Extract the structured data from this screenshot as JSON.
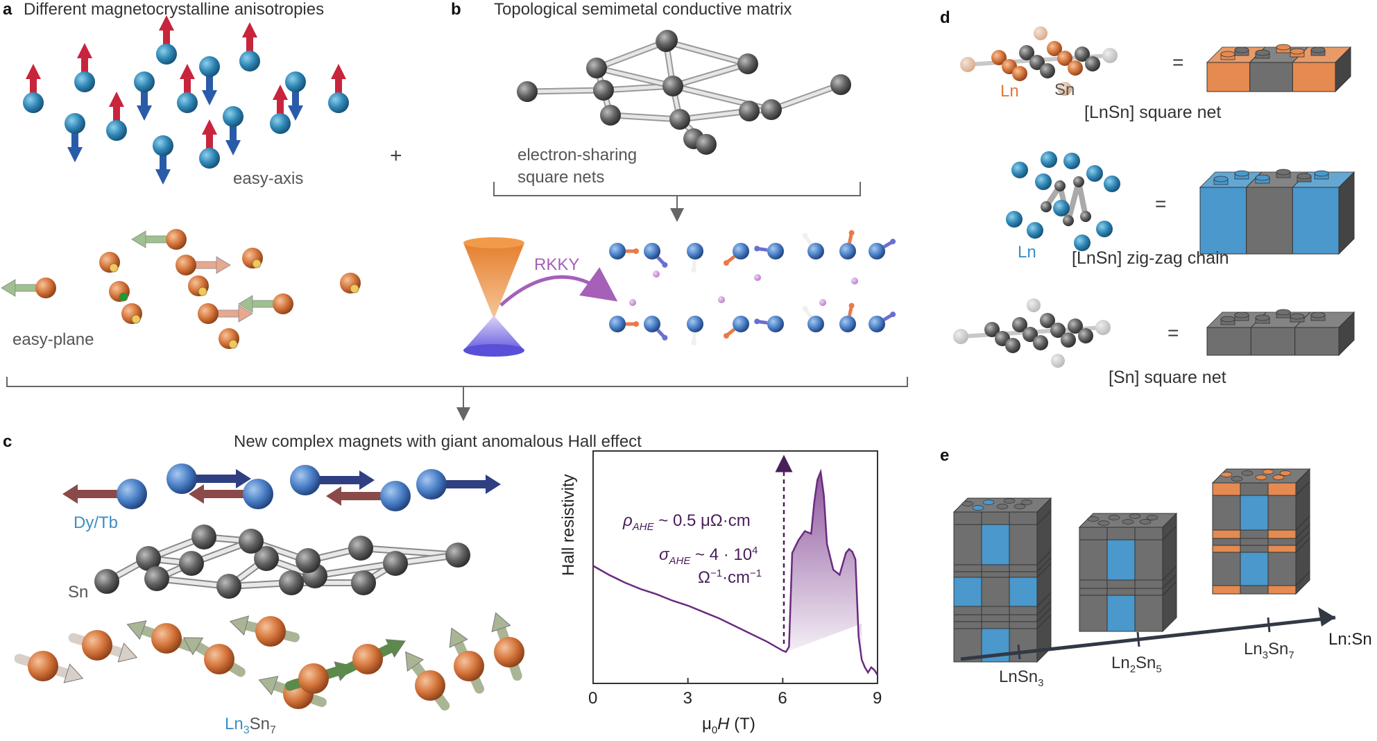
{
  "panel_a": {
    "letter": "a",
    "title": "Different magnetocrystalline  anisotropies",
    "easy_axis_label": "easy-axis",
    "easy_plane_label": "easy-plane",
    "plus": "+"
  },
  "panel_b": {
    "letter": "b",
    "title": "Topological semimetal conductive matrix",
    "nets_label_line1": "electron-sharing",
    "nets_label_line2": "square nets",
    "rkky_label": "RKKY"
  },
  "panel_c": {
    "letter": "c",
    "title": "New complex magnets with giant anomalous Hall effect",
    "dy_tb_label": "Dy/Tb",
    "sn_label": "Sn",
    "ln3sn7_label": {
      "base": "Ln",
      "sub1": "3",
      "mid": "Sn",
      "sub2": "7"
    },
    "plot": {
      "ylabel": "Hall resistivity",
      "xlabel_prefix": "μ",
      "xlabel_sub": "0",
      "xlabel_var": "H",
      "xlabel_unit": " (T)",
      "xticks": [
        "0",
        "3",
        "6",
        "9"
      ],
      "rho_sym": "ρ",
      "rho_sub": "AHE",
      "rho_val": " ~ 0.5 μΩ·cm",
      "sigma_sym": "σ",
      "sigma_sub": "AHE",
      "sigma_val": " ~ 4 · 10",
      "sigma_exp": "4",
      "sigma_unit_line": "Ω",
      "sigma_unit_exp1": "−1",
      "sigma_unit_mid": "·cm",
      "sigma_unit_exp2": "−1"
    }
  },
  "panel_d": {
    "letter": "d",
    "row1_caption": "[LnSn] square net",
    "row1_ln": "Ln",
    "row1_sn": "Sn",
    "row2_caption": "[LnSn] zig-zag chain",
    "row2_ln": "Ln",
    "row3_caption": "[Sn] square net",
    "equals": "="
  },
  "panel_e": {
    "letter": "e",
    "axis_label": "Ln:Sn",
    "compounds": [
      {
        "base": "LnSn",
        "sub": "3"
      },
      {
        "base": "Ln",
        "sub": "2",
        "mid": "Sn",
        "sub2": "5"
      },
      {
        "base": "Ln",
        "sub": "3",
        "mid": "Sn",
        "sub2": "7"
      }
    ]
  },
  "colors": {
    "up_arrow": "#c8243b",
    "down_arrow": "#2a5ba8",
    "teal_atom": "#2e86b5",
    "orange_atom": "#d47a3a",
    "grey_atom": "#555555",
    "blue_block": "#4a98cc",
    "orange_block": "#e58a50",
    "grey_block": "#6f6f6f",
    "purple": "#6a2a80",
    "rkky": "#a560b8"
  },
  "chart_data": {
    "type": "line",
    "xlabel": "μ0H (T)",
    "ylabel": "Hall resistivity",
    "xlim": [
      0,
      9
    ],
    "xticks": [
      0,
      3,
      6,
      9
    ],
    "series": [
      {
        "x": [
          0,
          0.5,
          1,
          1.5,
          2,
          2.5,
          3,
          3.5,
          4,
          4.5,
          5,
          5.5,
          6,
          6.1,
          6.2,
          6.3,
          6.5,
          6.7,
          6.9,
          7.0,
          7.1,
          7.2,
          7.3,
          7.4,
          7.6,
          7.8,
          8.0,
          8.1,
          8.2,
          8.3,
          8.4,
          8.5,
          8.6,
          8.7,
          8.8,
          8.9,
          9.0
        ],
        "y": [
          0.85,
          0.78,
          0.72,
          0.67,
          0.63,
          0.58,
          0.54,
          0.49,
          0.44,
          0.38,
          0.32,
          0.26,
          0.19,
          0.18,
          0.22,
          0.95,
          1.05,
          1.12,
          1.1,
          1.35,
          1.52,
          1.58,
          1.4,
          1.02,
          0.82,
          0.78,
          0.95,
          0.98,
          0.96,
          0.9,
          0.3,
          0.12,
          0.06,
          0.02,
          0.06,
          0.04,
          0.0
        ]
      }
    ]
  }
}
